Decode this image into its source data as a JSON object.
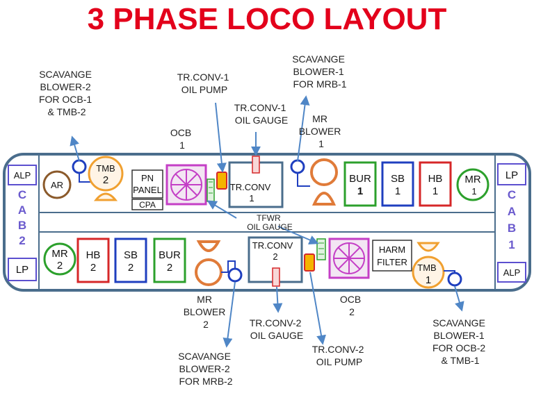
{
  "title": "3 PHASE LOCO LAYOUT",
  "colors": {
    "title": "#e3001b",
    "body_outline": "#4a6d8c",
    "arrow": "#4f86c6",
    "magenta": "#c43fc6",
    "green": "#2ca02c",
    "red": "#d62728",
    "blue": "#1f3fbf",
    "orange": "#e07b39",
    "brown": "#8b5a2b",
    "purple": "#5b4fcf"
  },
  "callouts": {
    "scav2_ocb1": [
      "SCAVANGE",
      "BLOWER-2",
      "FOR OCB-1",
      "& TMB-2"
    ],
    "trconv1_pump": [
      "TR.CONV-1",
      "OIL PUMP"
    ],
    "trconv1_gauge": [
      "TR.CONV-1",
      "OIL GAUGE"
    ],
    "scav1_mrb1": [
      "SCAVANGE",
      "BLOWER-1",
      "FOR MRB-1"
    ],
    "ocb1": [
      "OCB",
      "1"
    ],
    "mr_blower1": [
      "MR",
      "BLOWER",
      "1"
    ],
    "tfwr": [
      "TFWR",
      "OIL GAUGE"
    ],
    "mr_blower2": [
      "MR",
      "BLOWER",
      "2"
    ],
    "ocb2": [
      "OCB",
      "2"
    ],
    "trconv2_gauge": [
      "TR.CONV-2",
      "OIL GAUGE"
    ],
    "trconv2_pump": [
      "TR.CONV-2",
      "OIL PUMP"
    ],
    "scav2_mrb2": [
      "SCAVANGE",
      "BLOWER-2",
      "FOR MRB-2"
    ],
    "scav1_ocb2": [
      "SCAVANGE",
      "BLOWER-1",
      "FOR OCB-2",
      "& TMB-1"
    ]
  },
  "cab_left": {
    "alp": "ALP",
    "lp": "LP",
    "letters": [
      "C",
      "A",
      "B",
      "2"
    ]
  },
  "cab_right": {
    "lp": "LP",
    "alp": "ALP",
    "letters": [
      "C",
      "A",
      "B",
      "1"
    ]
  },
  "top_row": {
    "ar": "AR",
    "tmb": [
      "TMB",
      "2"
    ],
    "pn_panel": [
      "PN",
      "PANEL"
    ],
    "cpa": "CPA",
    "trconv": [
      "TR.CONV",
      "1"
    ],
    "bur": [
      "BUR",
      "1"
    ],
    "sb": [
      "SB",
      "1"
    ],
    "hb": [
      "HB",
      "1"
    ],
    "mr": [
      "MR",
      "1"
    ]
  },
  "bottom_row": {
    "mr": [
      "MR",
      "2"
    ],
    "hb": [
      "HB",
      "2"
    ],
    "sb": [
      "SB",
      "2"
    ],
    "bur": [
      "BUR",
      "2"
    ],
    "trconv": [
      "TR.CONV",
      "2"
    ],
    "harm_filter": [
      "HARM",
      "FILTER"
    ],
    "tmb": [
      "TMB",
      "1"
    ]
  }
}
